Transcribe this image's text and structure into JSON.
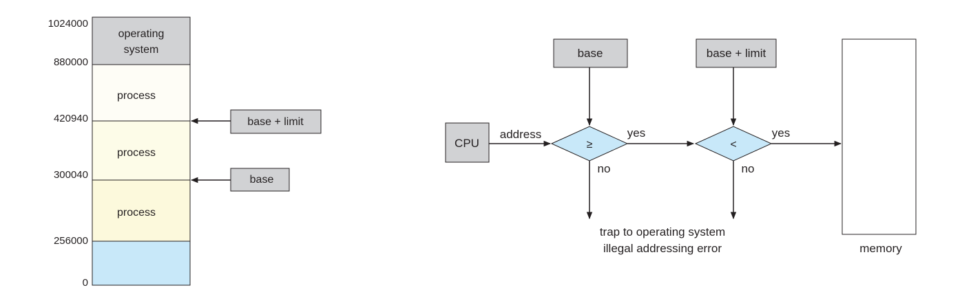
{
  "memory_map": {
    "addresses": {
      "a1024000": "1024000",
      "a880000": "880000",
      "a420940": "420940",
      "a300040": "300040",
      "a256000": "256000",
      "a0": "0"
    },
    "segments": {
      "os_line1": "operating",
      "os_line2": "system",
      "process_1": "process",
      "process_2": "process",
      "process_3": "process"
    },
    "registers": {
      "base_limit": "base + limit",
      "base": "base"
    }
  },
  "flowchart": {
    "cpu": "CPU",
    "address": "address",
    "base": "base",
    "base_limit": "base + limit",
    "ge_symbol": "≥",
    "lt_symbol": "<",
    "yes_1": "yes",
    "yes_2": "yes",
    "no_1": "no",
    "no_2": "no",
    "trap_line1": "trap to operating system",
    "trap_line2": "illegal addressing error",
    "memory": "memory"
  },
  "colors": {
    "os_fill": "#d1d2d4",
    "process_1_fill": "#fefdf6",
    "process_2_fill": "#fdfce8",
    "process_3_fill": "#fcf9dc",
    "free_fill": "#c8e8f9",
    "box_fill": "#d1d2d4",
    "diamond_fill": "#c8e8f9",
    "stroke": "#231f20"
  }
}
